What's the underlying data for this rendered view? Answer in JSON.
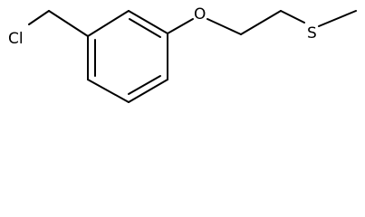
{
  "molecule": {
    "atoms": {
      "chlorine": "Cl",
      "oxygen": "O",
      "sulfur": "S"
    },
    "colors": {
      "bond": "#000000",
      "label": "#000000",
      "background": "#ffffff"
    }
  }
}
